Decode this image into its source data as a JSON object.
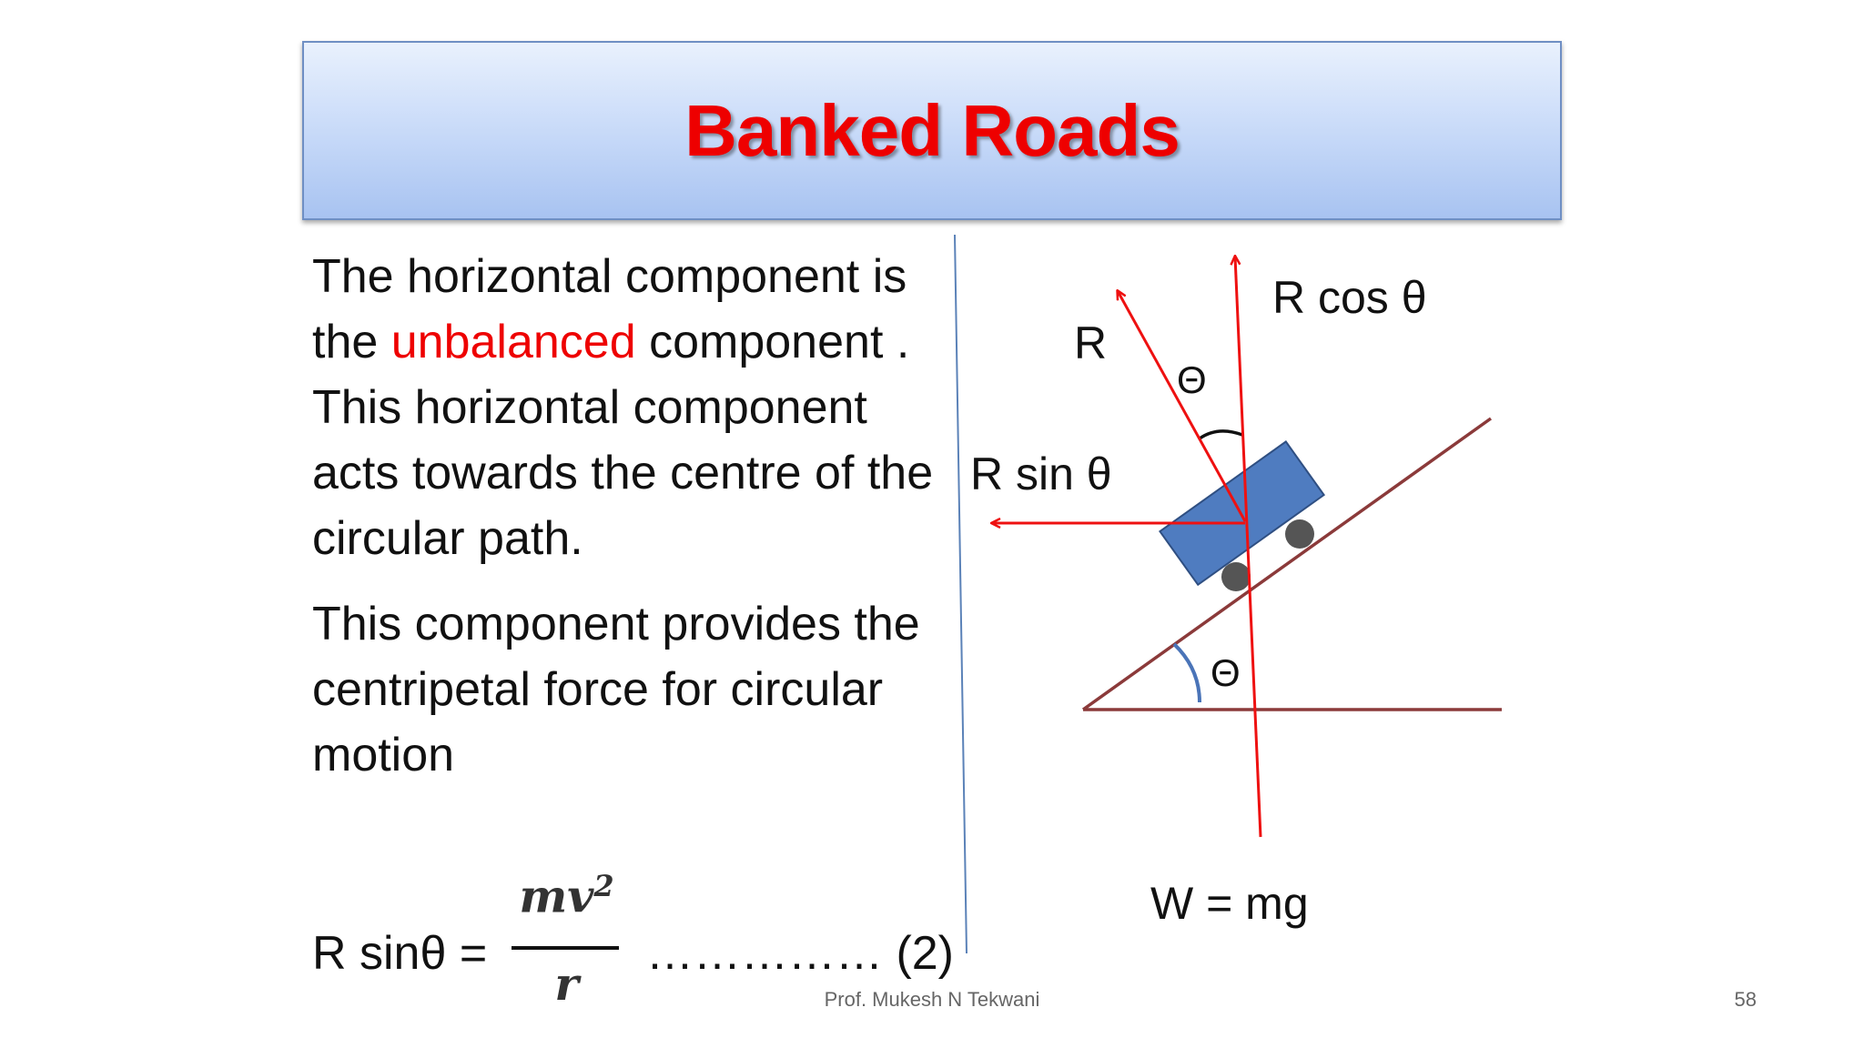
{
  "slide": {
    "title": "Banked Roads",
    "paragraph1": {
      "before": "The horizontal component is the ",
      "highlight": "unbalanced",
      "after": " component . This horizontal component acts towards the centre of the circular path."
    },
    "paragraph2": "This component provides the centripetal force for circular motion",
    "equation": {
      "lhs": "R sinθ  =",
      "numerator": "mv",
      "numerator_exp": "2",
      "denominator": "r",
      "rhs": "…………… (2)"
    },
    "diagram": {
      "label_r": "R",
      "label_r_cos": "R cos θ",
      "label_r_sin": "R sin θ",
      "label_theta_top": "Θ",
      "label_theta_incline": "Θ",
      "label_weight": "W = mg"
    },
    "footer": {
      "author": "Prof. Mukesh N Tekwani",
      "page": "58"
    },
    "colors": {
      "title": "#ee0000",
      "highlight": "#ee0000",
      "arrow": "#ee1111",
      "road": "#8b3a3a",
      "vehicle": "#4f7cc0",
      "wheel": "#555555",
      "angle_arc": "#4a74b8"
    }
  }
}
